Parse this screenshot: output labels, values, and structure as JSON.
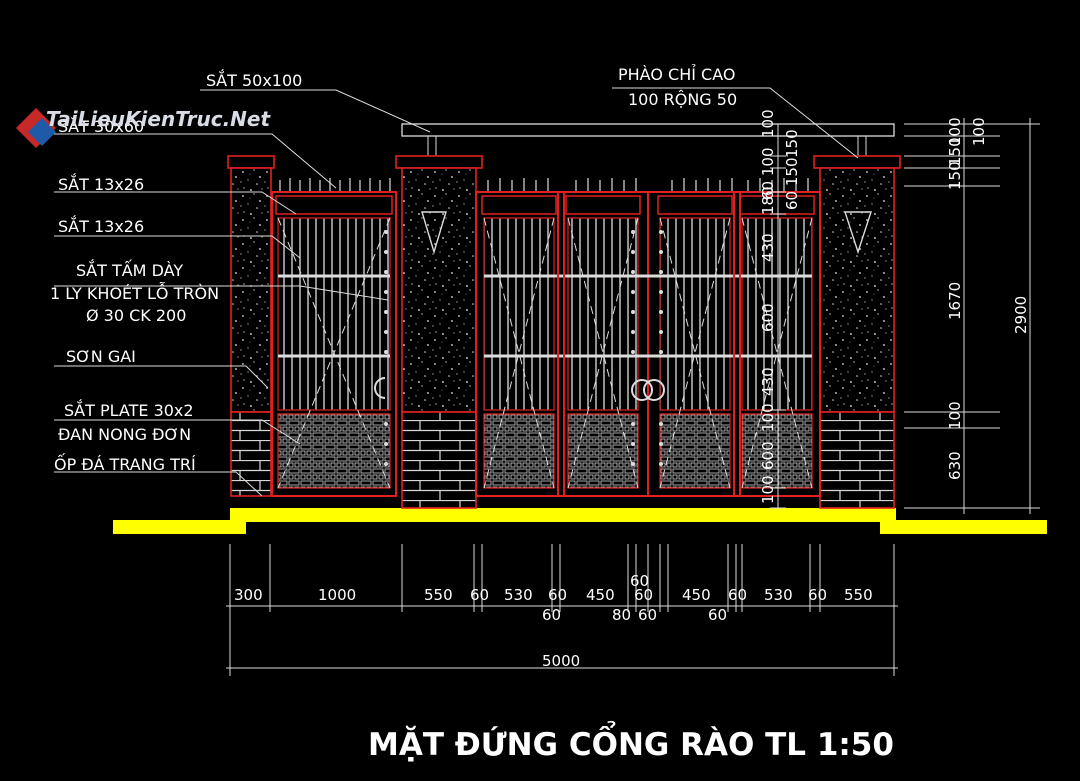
{
  "watermark": "TaiLieuKienTruc.Net",
  "title": "MẶT ĐỨNG CỔNG RÀO TL 1:50",
  "labels": {
    "sat_50x100": "SẮT 50x100",
    "sat_30x60": "SẮT 30x60",
    "sat_13x26_a": "SẮT 13x26",
    "sat_13x26_b": "SẮT 13x26",
    "sat_tam_1": "SẮT  TẤM DÀY",
    "sat_tam_2": "1 LY KHOÉT LỖ TRÒN",
    "sat_tam_3": "Ø 30 CK 200",
    "son_gai": "SƠN GAI",
    "plate_1": "SẮT PLATE 30x2",
    "plate_2": "ĐAN NONG ĐƠN",
    "op_da": "ỐP ĐÁ TRANG TRÍ",
    "phao_1": "PHÀO CHỈ CAO",
    "phao_2": "100 RỘNG 50"
  },
  "dims": {
    "d300": "300",
    "d1000": "1000",
    "d550a": "550",
    "d60a": "60",
    "d530a": "530",
    "d60b": "60",
    "d450a": "450",
    "d60c": "60",
    "d450b": "450",
    "d60d": "60",
    "d530b": "530",
    "d60e": "60",
    "d550b": "550",
    "d60top": "60",
    "d60lo1": "60",
    "d80": "80",
    "d60lo2": "60",
    "d60lo3": "60",
    "d5000": "5000",
    "v100a": "100",
    "v60_100": "60 100",
    "v150a": "150",
    "v60_150": "60 150",
    "v180": "180",
    "v430a": "430",
    "v600a": "600",
    "v430b": "430",
    "v100b": "100",
    "v600b": "600",
    "v100c": "100",
    "r100a": "100",
    "r100b": "100",
    "r150a": "150",
    "r150b": "150",
    "r1670": "1670",
    "r100c": "100",
    "r630": "630",
    "r2900": "2900"
  }
}
